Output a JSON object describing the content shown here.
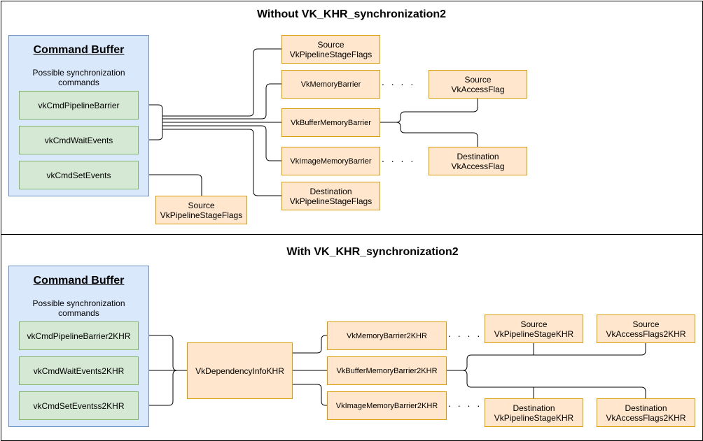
{
  "top": {
    "title": "Without VK_KHR_synchronization2",
    "command_buffer": {
      "title": "Command Buffer",
      "subtitle_line1": "Possible synchronization",
      "subtitle_line2": "commands",
      "commands": [
        "vkCmdPipelineBarrier",
        "vkCmdWaitEvents",
        "vkCmdSetEvents"
      ]
    },
    "source_stage": {
      "line1": "Source",
      "line2": "VkPipelineStageFlags"
    },
    "barriers": [
      "VkMemoryBarrier",
      "VkBufferMemoryBarrier",
      "VkImageMemoryBarrier"
    ],
    "destination_stage": {
      "line1": "Destination",
      "line2": "VkPipelineStageFlags"
    },
    "source_access": {
      "line1": "Source",
      "line2": "VkAccessFlag"
    },
    "destination_access": {
      "line1": "Destination",
      "line2": "VkAccessFlag"
    },
    "set_events_source_stage": {
      "line1": "Source",
      "line2": "VkPipelineStageFlags"
    },
    "ellipsis": ". . . ."
  },
  "bottom": {
    "title": "With VK_KHR_synchronization2",
    "command_buffer": {
      "title": "Command Buffer",
      "subtitle_line1": "Possible synchronization",
      "subtitle_line2": "commands",
      "commands": [
        "vkCmdPipelineBarrier2KHR",
        "vkCmdWaitEvents2KHR",
        "vkCmdSetEventss2KHR"
      ]
    },
    "dependency_info": "VkDependencyInfoKHR",
    "barriers": [
      "VkMemoryBarrier2KHR",
      "VkBufferMemoryBarrier2KHR",
      "VkImageMemoryBarrier2KHR"
    ],
    "source_stage": {
      "line1": "Source",
      "line2": "VkPipelineStageKHR"
    },
    "source_access": {
      "line1": "Source",
      "line2": "VkAccessFlags2KHR"
    },
    "destination_stage": {
      "line1": "Destination",
      "line2": "VkPipelineStageKHR"
    },
    "destination_access": {
      "line1": "Destination",
      "line2": "VkAccessFlags2KHR"
    },
    "ellipsis": ". . . ."
  },
  "colors": {
    "command_buffer_fill": "#dae8fc",
    "command_buffer_border": "#6c8ebf",
    "command_fill": "#d5e8d4",
    "command_border": "#82b366",
    "struct_fill": "#ffe6cc",
    "struct_border": "#d79b00"
  }
}
